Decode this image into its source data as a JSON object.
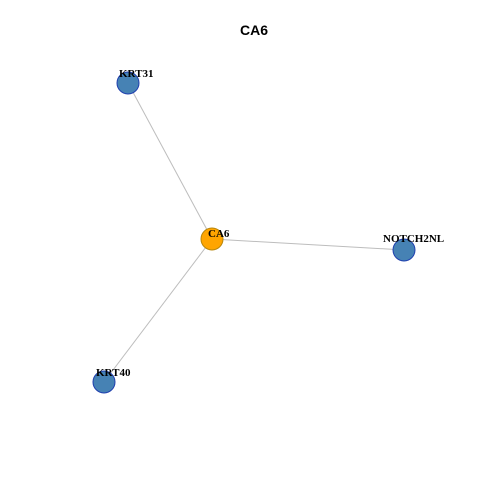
{
  "title": "CA6",
  "colors": {
    "center_fill": "#FFA500",
    "center_stroke": "#B8860B",
    "neighbor_fill": "#4682B4",
    "neighbor_stroke": "#1F3FAF",
    "edge": "#BDBDBD"
  },
  "nodes": [
    {
      "id": "KRT31",
      "label": "KRT31",
      "role": "neighbor"
    },
    {
      "id": "CA6",
      "label": "CA6",
      "role": "center"
    },
    {
      "id": "NOTCH2NL",
      "label": "NOTCH2NL",
      "role": "neighbor"
    },
    {
      "id": "KRT40",
      "label": "KRT40",
      "role": "neighbor"
    }
  ],
  "edges": [
    {
      "source": "CA6",
      "target": "KRT31"
    },
    {
      "source": "CA6",
      "target": "NOTCH2NL"
    },
    {
      "source": "CA6",
      "target": "KRT40"
    }
  ]
}
